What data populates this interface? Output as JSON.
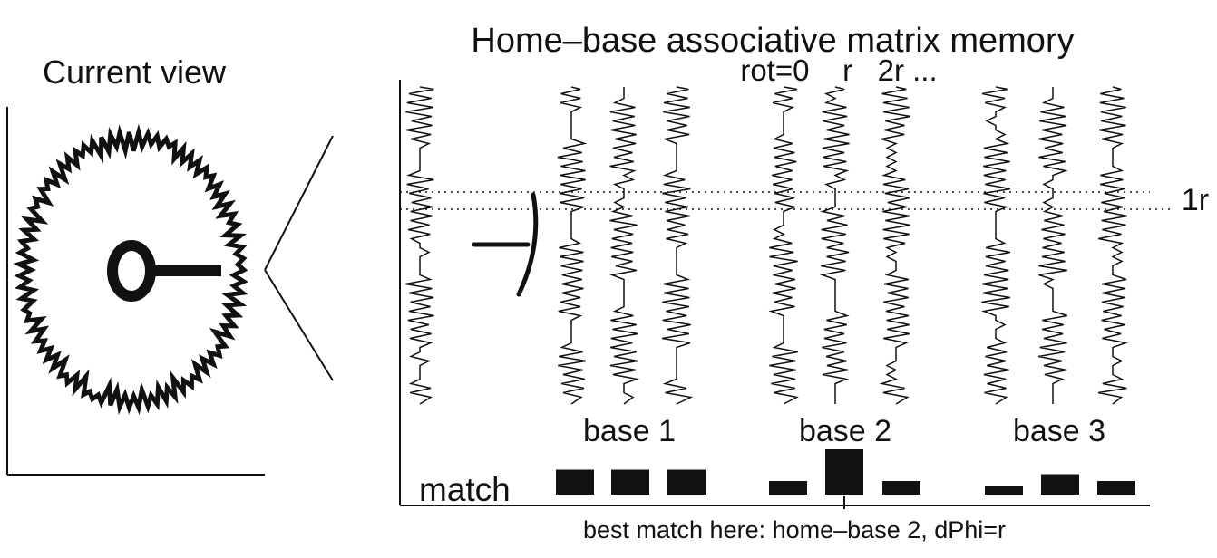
{
  "left_panel": {
    "title": "Current view"
  },
  "right_panel": {
    "title": "Home–base associative matrix memory",
    "rotation_label": "rot=0    r   2r ...",
    "dotted_line_label": "1r",
    "bases": [
      {
        "label": "base 1"
      },
      {
        "label": "base 2"
      },
      {
        "label": "base 3"
      }
    ],
    "match_label": "match",
    "match_scores": [
      0.55,
      0.55,
      0.55,
      0.3,
      1.0,
      0.3,
      0.2,
      0.45,
      0.3
    ],
    "caption": "best match here: home–base 2, dPhi=r"
  },
  "colors": {
    "ink": "#111111",
    "background": "#ffffff"
  }
}
